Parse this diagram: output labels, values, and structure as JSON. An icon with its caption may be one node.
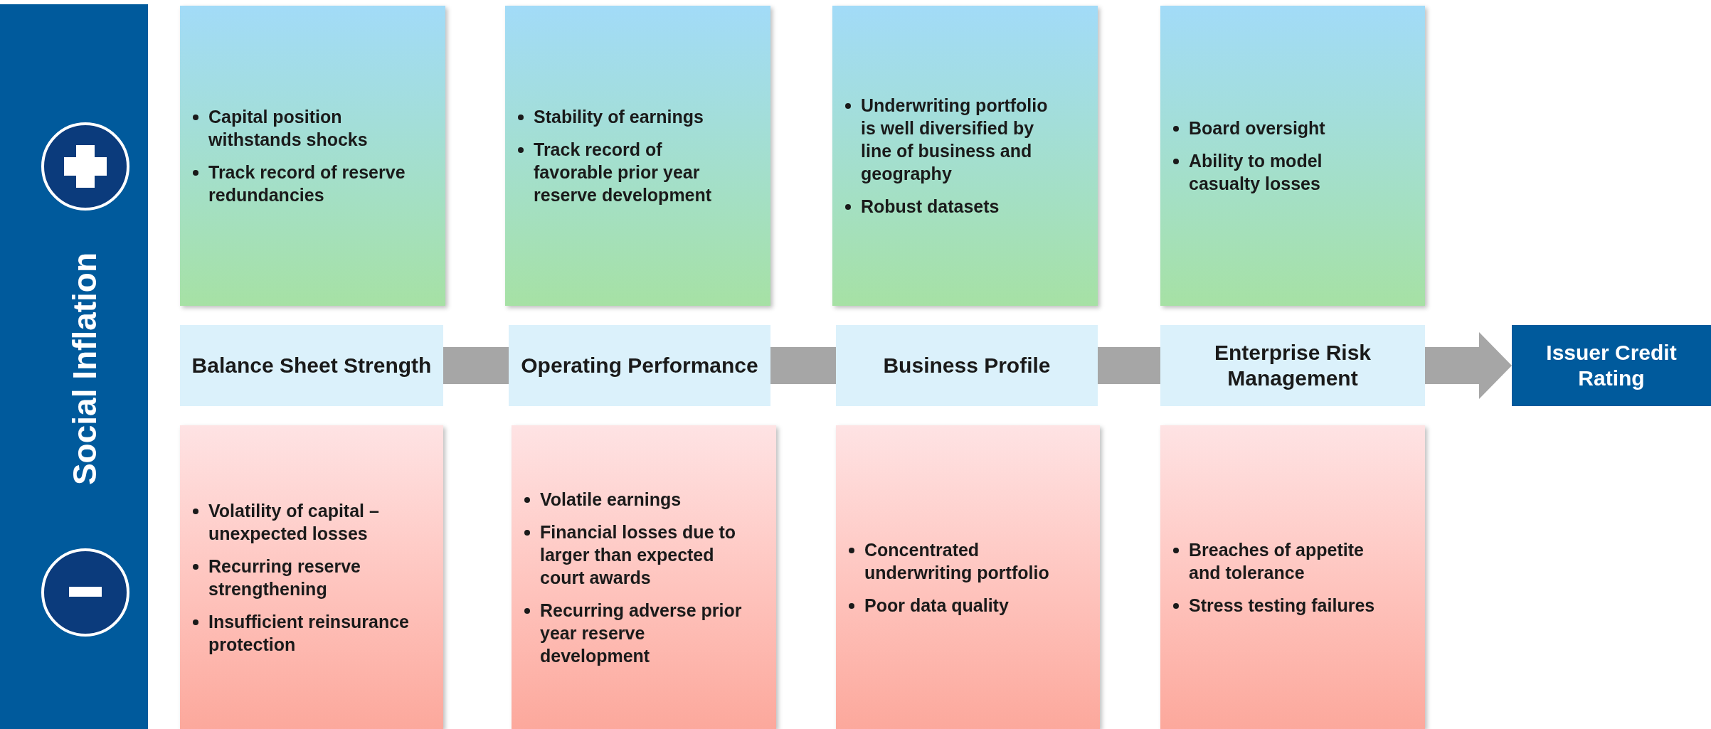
{
  "diagram": {
    "nodes": [
      {
        "text": [
          "Social Inflation"
        ]
      },
      {
        "text": [
          "Capital position withstands shocks",
          "Track record of reserve redundancies"
        ]
      },
      {
        "text": [
          "Stability of earnings",
          "Track record of favorable prior year reserve development"
        ]
      },
      {
        "text": [
          "Underwriting portfolio is well diversified by line of business and geography",
          "Robust datasets"
        ]
      },
      {
        "text": [
          "Board oversight",
          "Ability to model casualty losses"
        ]
      },
      {
        "text": [
          "Balance Sheet Strength"
        ]
      },
      {
        "text": [
          "Operating Performance"
        ]
      },
      {
        "text": [
          "Business Profile"
        ]
      },
      {
        "text": [
          "Enterprise Risk Management"
        ]
      },
      {
        "text": [
          "Issuer Credit Rating"
        ]
      },
      {
        "text": [
          "Volatility of capital – unexpected losses",
          "Recurring reserve strengthening",
          "Insufficient reinsurance protection"
        ]
      },
      {
        "text": [
          "Volatile earnings",
          "Financial losses due to larger than expected court awards",
          "Recurring adverse prior year reserve development"
        ]
      },
      {
        "text": [
          "Concentrated underwriting portfolio",
          "Poor data quality"
        ]
      },
      {
        "text": [
          "Breaches of appetite and tolerance",
          "Stress testing failures"
        ]
      }
    ],
    "edges": [
      {
        "from": 5,
        "to": 6,
        "arrow": "none"
      },
      {
        "from": 6,
        "to": 7,
        "arrow": "none"
      },
      {
        "from": 7,
        "to": 8,
        "arrow": "none"
      },
      {
        "from": 8,
        "to": 9,
        "arrow": "to"
      }
    ]
  }
}
